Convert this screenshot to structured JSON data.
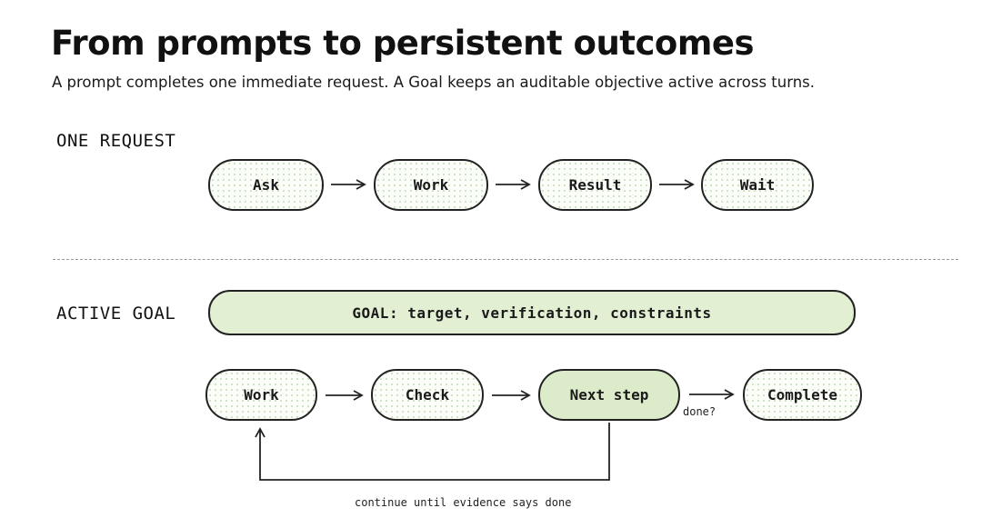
{
  "header": {
    "title": "From prompts to persistent outcomes",
    "subtitle": "A prompt completes one immediate request. A Goal keeps an auditable objective active across turns."
  },
  "one_request": {
    "label": "ONE REQUEST",
    "steps": [
      "Ask",
      "Work",
      "Result",
      "Wait"
    ]
  },
  "active_goal": {
    "label": "ACTIVE GOAL",
    "goal_banner": "GOAL: target, verification, constraints",
    "steps": [
      "Work",
      "Check",
      "Next step",
      "Complete"
    ],
    "done_label": "done?",
    "loop_label": "continue until evidence says done"
  },
  "colors": {
    "highlight": "#dcebc9",
    "goal_banner": "#e3efd3",
    "outline": "#222222"
  }
}
